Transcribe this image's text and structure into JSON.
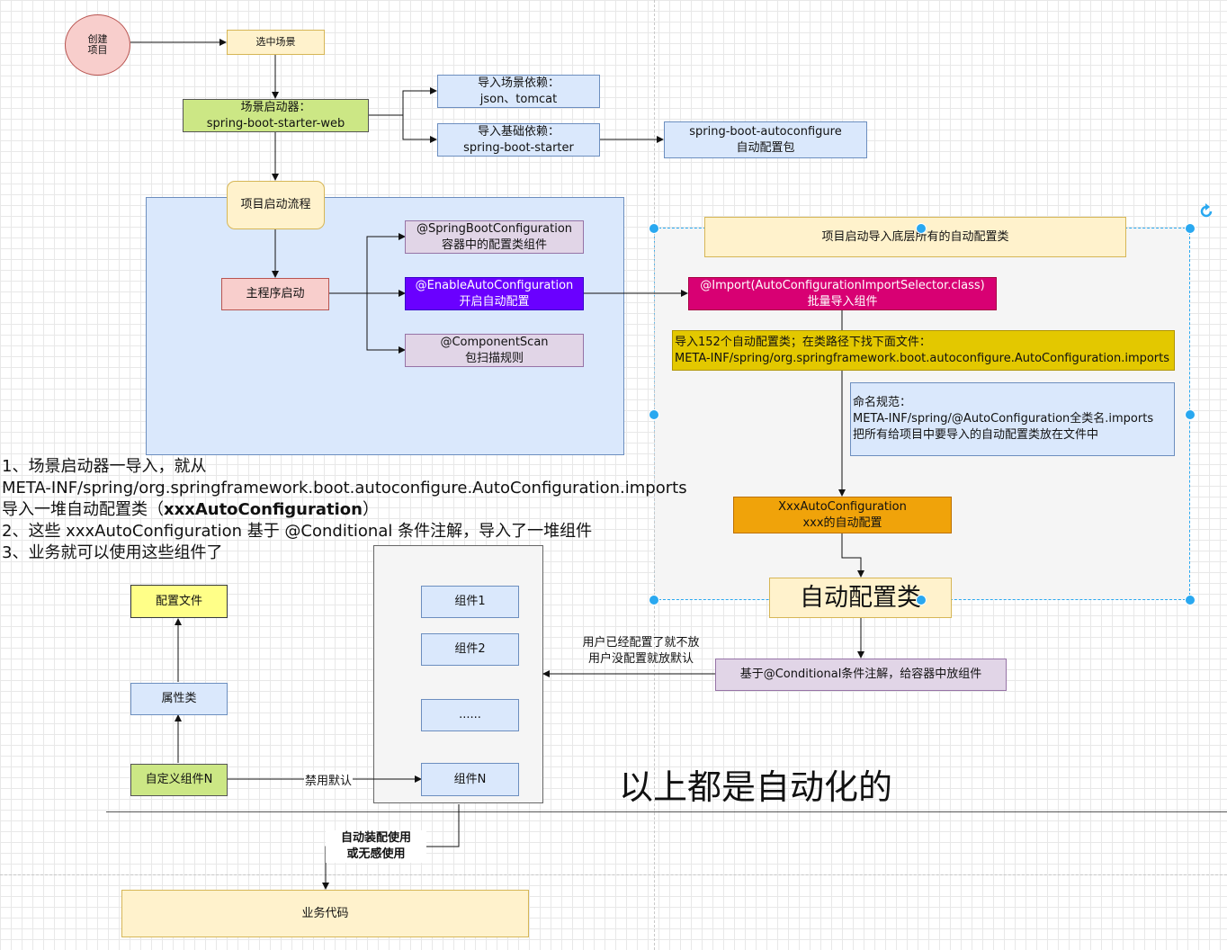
{
  "nodes": {
    "create_project": [
      "创建",
      "项目"
    ],
    "select_scene": [
      "选中场景"
    ],
    "starter": [
      "场景启动器：",
      "spring-boot-starter-web"
    ],
    "import_scene_deps": [
      "导入场景依赖：",
      "json、tomcat"
    ],
    "import_base_deps": [
      "导入基础依赖：",
      "spring-boot-starter"
    ],
    "autoconfigure_pkg": [
      "spring-boot-autoconfigure",
      "自动配置包"
    ],
    "startup_flow": [
      "项目启动流程"
    ],
    "main_start": [
      "主程序启动"
    ],
    "springboot_config": [
      "@SpringBootConfiguration",
      "容器中的配置类组件"
    ],
    "enable_auto": [
      "@EnableAutoConfiguration",
      "开启自动配置"
    ],
    "component_scan": [
      "@ComponentScan",
      "包扫描规则"
    ],
    "import_all_auto": [
      "项目启动导入底层所有的自动配置类"
    ],
    "import_selector": [
      "@Import(AutoConfigurationImportSelector.class)",
      "批量导入组件"
    ],
    "import_152": [
      "导入152个自动配置类；在类路径下找下面文件：",
      "META-INF/spring/org.springframework.boot.autoconfigure.AutoConfiguration.imports"
    ],
    "naming_rule": [
      "命名规范：",
      "META-INF/spring/@AutoConfiguration全类名.imports",
      "把所有给项目中要导入的自动配置类放在文件中"
    ],
    "xxx_auto": [
      "XxxAutoConfiguration",
      "xxx的自动配置"
    ],
    "auto_config_class": [
      "自动配置类"
    ],
    "conditional": [
      "基于@Conditional条件注解，给容器中放组件"
    ],
    "config_file": [
      "配置文件"
    ],
    "property_class": [
      "属性类"
    ],
    "custom_component": [
      "自定义组件N"
    ],
    "component1": [
      "组件1"
    ],
    "component2": [
      "组件2"
    ],
    "component_dots": [
      "......"
    ],
    "componentN": [
      "组件N"
    ],
    "business_code": [
      "业务代码"
    ]
  },
  "edge_labels": {
    "default_rule": [
      "用户已经配置了就不放",
      "用户没配置就放默认"
    ],
    "disable_default": "禁用默认",
    "auto_use": [
      "自动装配使用",
      "或无感使用"
    ]
  },
  "notes": [
    "1、场景启动器一导入，就从",
    "META-INF/spring/org.springframework.boot.autoconfigure.AutoConfiguration.imports",
    "导入一堆自动配置类（",
    "xxxAutoConfiguration",
    "）",
    "2、这些 xxxAutoConfiguration 基于 @Conditional 条件注解，导入了一堆组件",
    "3、业务就可以使用这些组件了"
  ],
  "big_label": "以上都是自动化的",
  "colors": {
    "yellow_light": "#fff2cc",
    "green": "#cce785",
    "blue_light": "#dae8fc",
    "purple_light": "#e1d5e7",
    "violet": "#6a00ff",
    "magenta": "#d80073",
    "gold": "#e3c800",
    "orange": "#f0a30a",
    "pink": "#f8cecc",
    "yellow_bright": "#ffff88",
    "green_light": "#d5e8d4",
    "gray_region": "#f5f5f5",
    "selection": "#29a8f0"
  }
}
